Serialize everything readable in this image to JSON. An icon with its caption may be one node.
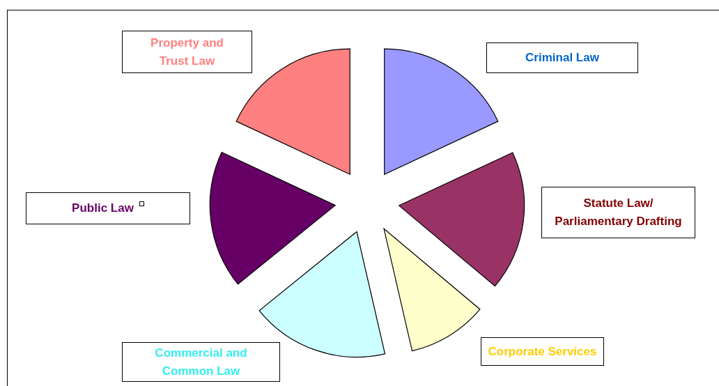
{
  "diagram": {
    "nodes": [
      {
        "text": [
          "Property and Trust Law"
        ]
      },
      {
        "text": [
          "Criminal Law"
        ]
      },
      {
        "text": [
          "Public Law"
        ]
      },
      {
        "text": [
          "Statute Law/ Parliamentary Drafting"
        ]
      },
      {
        "text": [
          "Commercial and Common Law"
        ]
      },
      {
        "text": [
          "Corporate Services"
        ]
      }
    ]
  }
}
